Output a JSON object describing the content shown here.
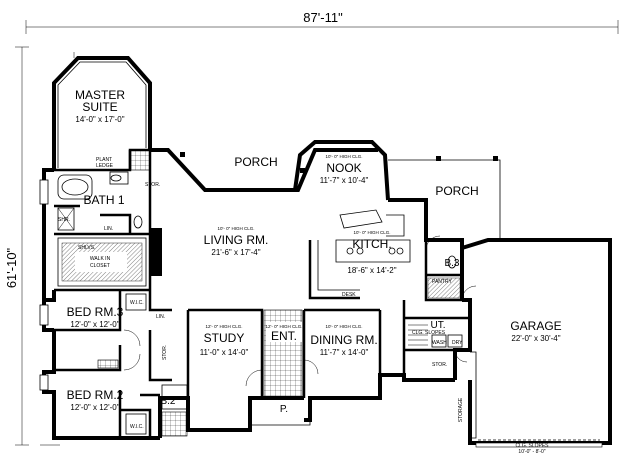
{
  "dimensions": {
    "width": "87'-11\"",
    "depth": "61'-10\""
  },
  "rooms": {
    "master_suite": {
      "name_line1": "MASTER",
      "name_line2": "SUITE",
      "size": "14'-0\" x 17'-0\""
    },
    "bath1": {
      "name": "BATH 1"
    },
    "bed3": {
      "name": "BED RM.3",
      "size": "12'-0\" x 12'-0\""
    },
    "bed2": {
      "name": "BED RM.2",
      "size": "12'-0\" x 12'-0\""
    },
    "b2": {
      "name": "B.2"
    },
    "living": {
      "name": "LIVING RM.",
      "size": "21'-6\" x 17'-4\"",
      "note": "10'- 0\" HIGH CLG."
    },
    "study": {
      "name": "STUDY",
      "size": "11'-0\" x 14'-0\"",
      "note": "12'- 0\" HIGH CLG."
    },
    "entry": {
      "name": "ENT.",
      "note": "12'- 0\" HIGH CLG."
    },
    "dining": {
      "name": "DINING RM.",
      "size": "11'-7\" x 14'-0\"",
      "note": "10'- 0\" HIGH CLG."
    },
    "nook": {
      "name": "NOOK",
      "size": "11'-7\" x 10'-4\"",
      "note": "10'- 0\" HIGH CLG."
    },
    "kitchen": {
      "name": "KITCH.",
      "size": "18'-6\" x 14'-2\"",
      "note": "10'- 0\" HIGH CLG."
    },
    "b3": {
      "name": "B.3"
    },
    "ut": {
      "name": "UT."
    },
    "garage": {
      "name": "GARAGE",
      "size": "22'-0\" x 30'-4\""
    },
    "porch_rear": {
      "name": "PORCH"
    },
    "porch_side": {
      "name": "PORCH"
    },
    "front_porch": {
      "name": "P."
    }
  },
  "labels": {
    "plant_ledge_1": "PLANT",
    "plant_ledge_2": "LEDGE",
    "stor": "STOR.",
    "shr": "SHR.",
    "lin": "LIN.",
    "shlvs": "SHLVS.",
    "walk_in_1": "WALK IN",
    "walk_in_2": "CLOSET",
    "wic_a": "W.I.C.",
    "wic_b": "W.I.C.",
    "lin_2": "LIN.",
    "stor_2": "STOR.",
    "desk": "DESK",
    "pantry": "PANTRY",
    "clg_slopes": "CLG. SLOPES",
    "wash": "WASH",
    "dry": "DRY",
    "stor_3": "STOR.",
    "storage": "STORAGE",
    "garage_clg_1": "CLG. SLOPES",
    "garage_clg_2": "10'-0\" - 8'-0\""
  }
}
